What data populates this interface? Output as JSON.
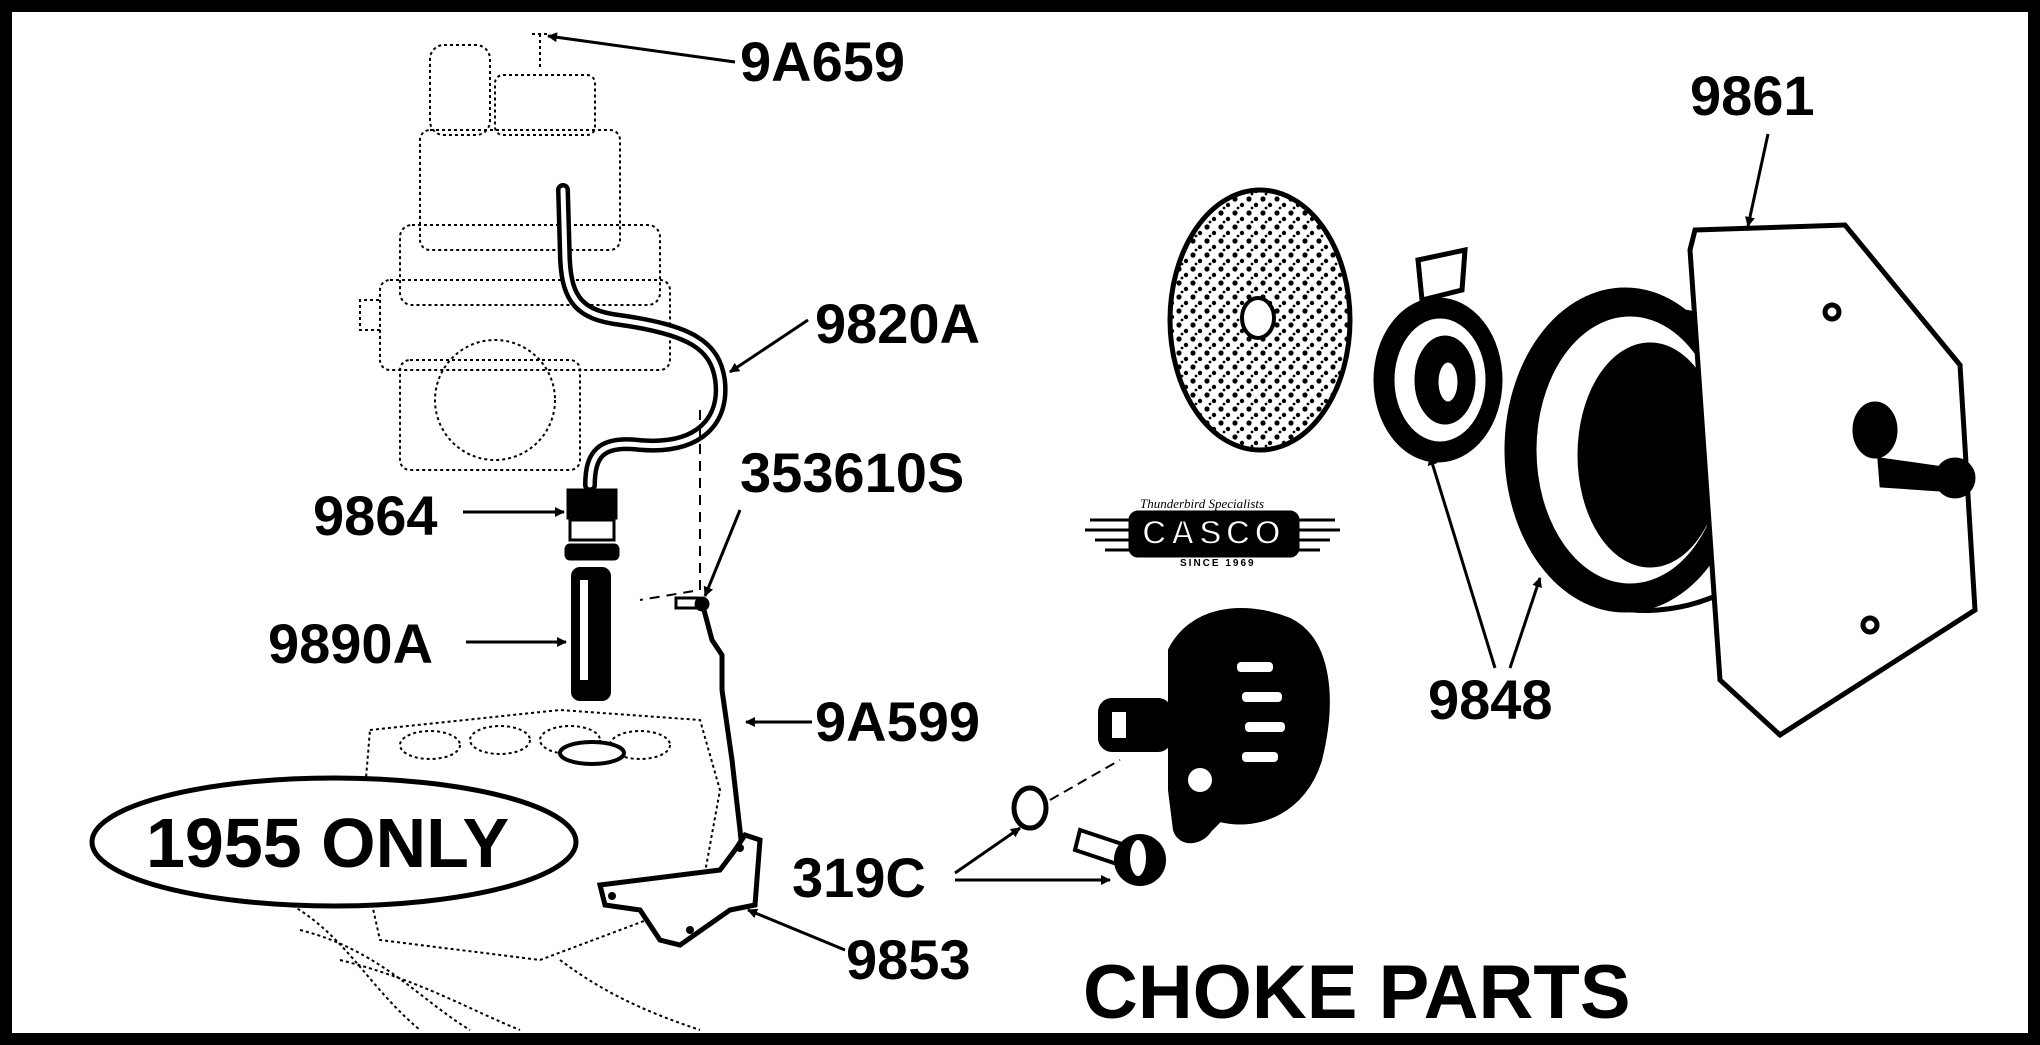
{
  "diagram": {
    "title": "CHOKE PARTS",
    "badge": "1955 ONLY",
    "logo": {
      "tagline": "Thunderbird Specialists",
      "name": "CASCO",
      "since": "SINCE 1969"
    },
    "part_labels": [
      {
        "id": "9a659",
        "text": "9A659"
      },
      {
        "id": "9820a",
        "text": "9820A"
      },
      {
        "id": "353610s",
        "text": "353610S"
      },
      {
        "id": "9864",
        "text": "9864"
      },
      {
        "id": "9890a",
        "text": "9890A"
      },
      {
        "id": "9a599",
        "text": "9A599"
      },
      {
        "id": "319c",
        "text": "319C"
      },
      {
        "id": "9853",
        "text": "9853"
      },
      {
        "id": "9861",
        "text": "9861"
      },
      {
        "id": "9848",
        "text": "9848"
      }
    ]
  }
}
